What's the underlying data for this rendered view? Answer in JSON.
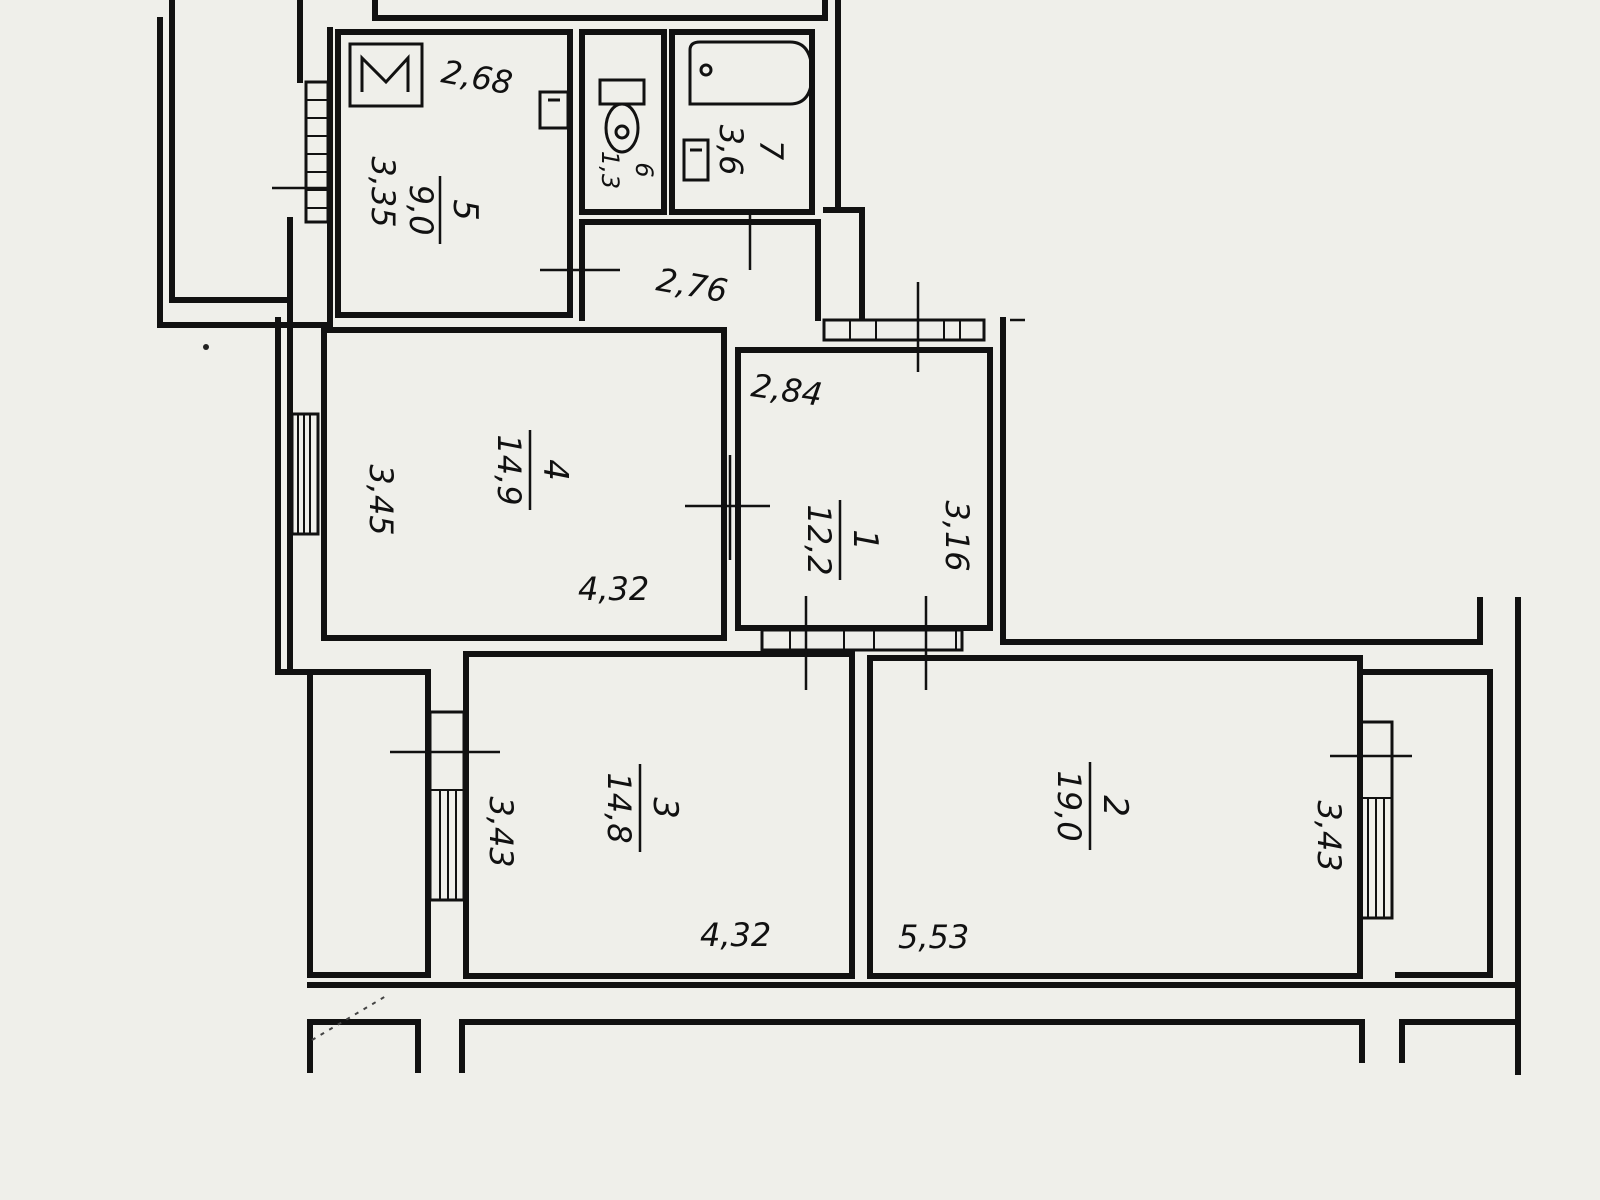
{
  "plan": {
    "rooms": [
      {
        "number": "1",
        "area": "12,2"
      },
      {
        "number": "2",
        "area": "19,0"
      },
      {
        "number": "3",
        "area": "14,8"
      },
      {
        "number": "4",
        "area": "14,9"
      },
      {
        "number": "5",
        "area": "9,0"
      },
      {
        "number": "6",
        "area": "1,3"
      },
      {
        "number": "7",
        "area": "3,6"
      }
    ],
    "dimensions": {
      "kitchen_top": "2,68",
      "kitchen_side": "3,35",
      "hall_width": "2,76",
      "room4_side": "3,45",
      "room4_bottom": "4,32",
      "room1_top": "2,84",
      "room1_side": "3,16",
      "room3_side": "3,43",
      "room3_bottom": "4,32",
      "room2_bottom": "5,53",
      "room2_side": "3,43"
    }
  }
}
